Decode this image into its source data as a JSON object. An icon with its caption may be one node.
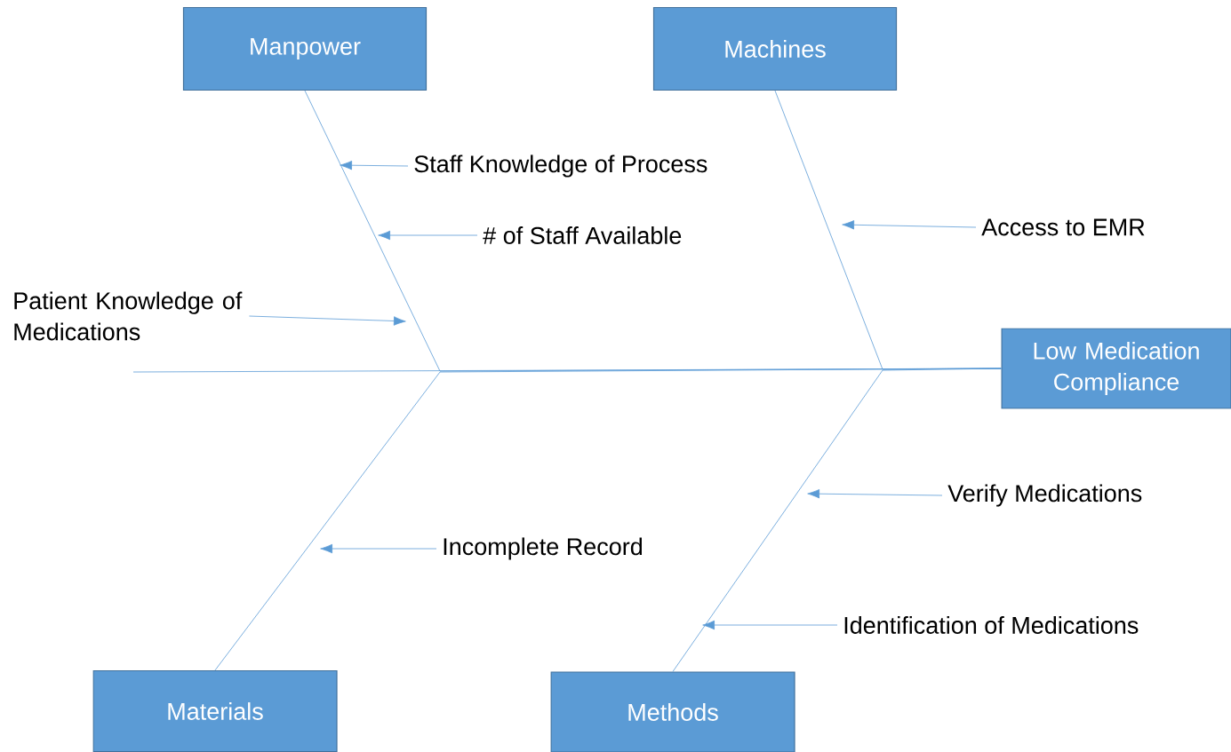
{
  "diagram": {
    "nodes": [
      {
        "text": [
          "Manpower"
        ]
      },
      {
        "text": [
          "Machines"
        ]
      },
      {
        "text": [
          "Low Medication Compliance"
        ]
      },
      {
        "text": [
          "Materials"
        ]
      },
      {
        "text": [
          "Methods"
        ]
      },
      {
        "text": [
          "Staff Knowledge of Process"
        ]
      },
      {
        "text": [
          "# of Staff Available"
        ]
      },
      {
        "text": [
          "Patient Knowledge of Medications"
        ]
      },
      {
        "text": [
          "Access to EMR"
        ]
      },
      {
        "text": [
          "Verify Medications"
        ]
      },
      {
        "text": [
          "Incomplete Record"
        ]
      },
      {
        "text": [
          "Identification of Medications"
        ]
      }
    ],
    "edges": [
      {
        "from": null,
        "to": 2,
        "arrow": "none"
      },
      {
        "from": 0,
        "to": 2,
        "arrow": "none"
      },
      {
        "from": 1,
        "to": 2,
        "arrow": "none"
      },
      {
        "from": 3,
        "to": 2,
        "arrow": "none"
      },
      {
        "from": 4,
        "to": 2,
        "arrow": "none"
      },
      {
        "from": 5,
        "to": null,
        "arrow": "to"
      },
      {
        "from": 6,
        "to": null,
        "arrow": "to"
      },
      {
        "from": 7,
        "to": null,
        "arrow": "to"
      },
      {
        "from": 8,
        "to": null,
        "arrow": "to"
      },
      {
        "from": 9,
        "to": null,
        "arrow": "to"
      },
      {
        "from": 10,
        "to": null,
        "arrow": "to"
      },
      {
        "from": 11,
        "to": null,
        "arrow": "to"
      }
    ]
  }
}
